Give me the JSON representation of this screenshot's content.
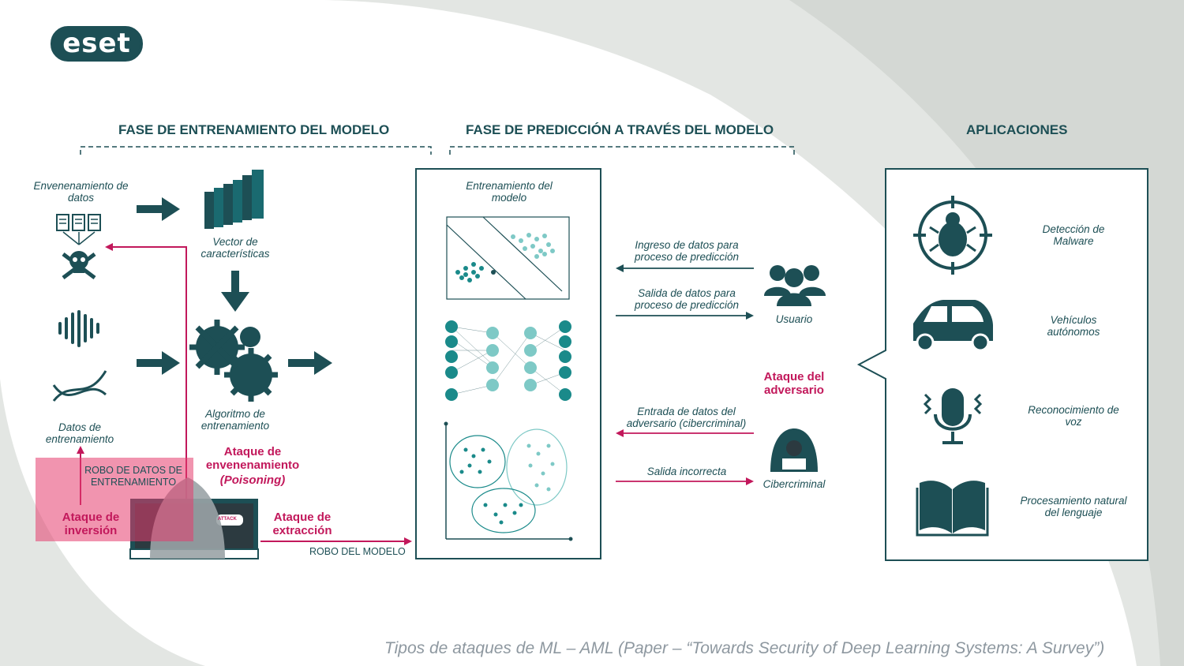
{
  "logo": "eset",
  "headers": {
    "training": "FASE DE ENTRENAMIENTO DEL MODELO",
    "prediction": "FASE DE PREDICCIÓN A TRAVÉS DEL MODELO",
    "applications": "APLICACIONES"
  },
  "training": {
    "poisoning_data": "Envenenamiento de datos",
    "feature_vector": "Vector de características",
    "algorithm": "Algoritmo de entrenamiento",
    "training_data": "Datos de entrenamiento",
    "theft_training": "ROBO DE DATOS DE ENTRENAMIENTO",
    "inversion_attack": "Ataque de inversión",
    "poisoning_attack": "Ataque de envenenamiento",
    "poisoning_en": "(Poisoning)",
    "extraction_attack": "Ataque de extracción",
    "model_theft": "ROBO DEL MODELO",
    "attack_badge": "ATTACK"
  },
  "prediction": {
    "model_training": "Entrenamiento del modelo",
    "input_pred": "Ingreso de datos para proceso de predicción",
    "output_pred": "Salida de datos para proceso de predicción",
    "user": "Usuario",
    "adversary_attack": "Ataque del adversario",
    "adversary_input": "Entrada de datos del adversario (cibercriminal)",
    "wrong_output": "Salida incorrecta",
    "criminal": "Cibercriminal"
  },
  "applications": {
    "malware": "Detección de Malware",
    "vehicles": "Vehículos autónomos",
    "voice": "Reconocimiento de voz",
    "nlp": "Procesamiento natural del lenguaje"
  },
  "caption": "Tipos de ataques de ML – AML (Paper – “Towards Security of Deep Learning Systems: A Survey”)",
  "colors": {
    "teal": "#1d4f55",
    "teal_light": "#1a8a8a",
    "accent_red": "#c2185b",
    "pink_overlay": "#e63c6e"
  }
}
